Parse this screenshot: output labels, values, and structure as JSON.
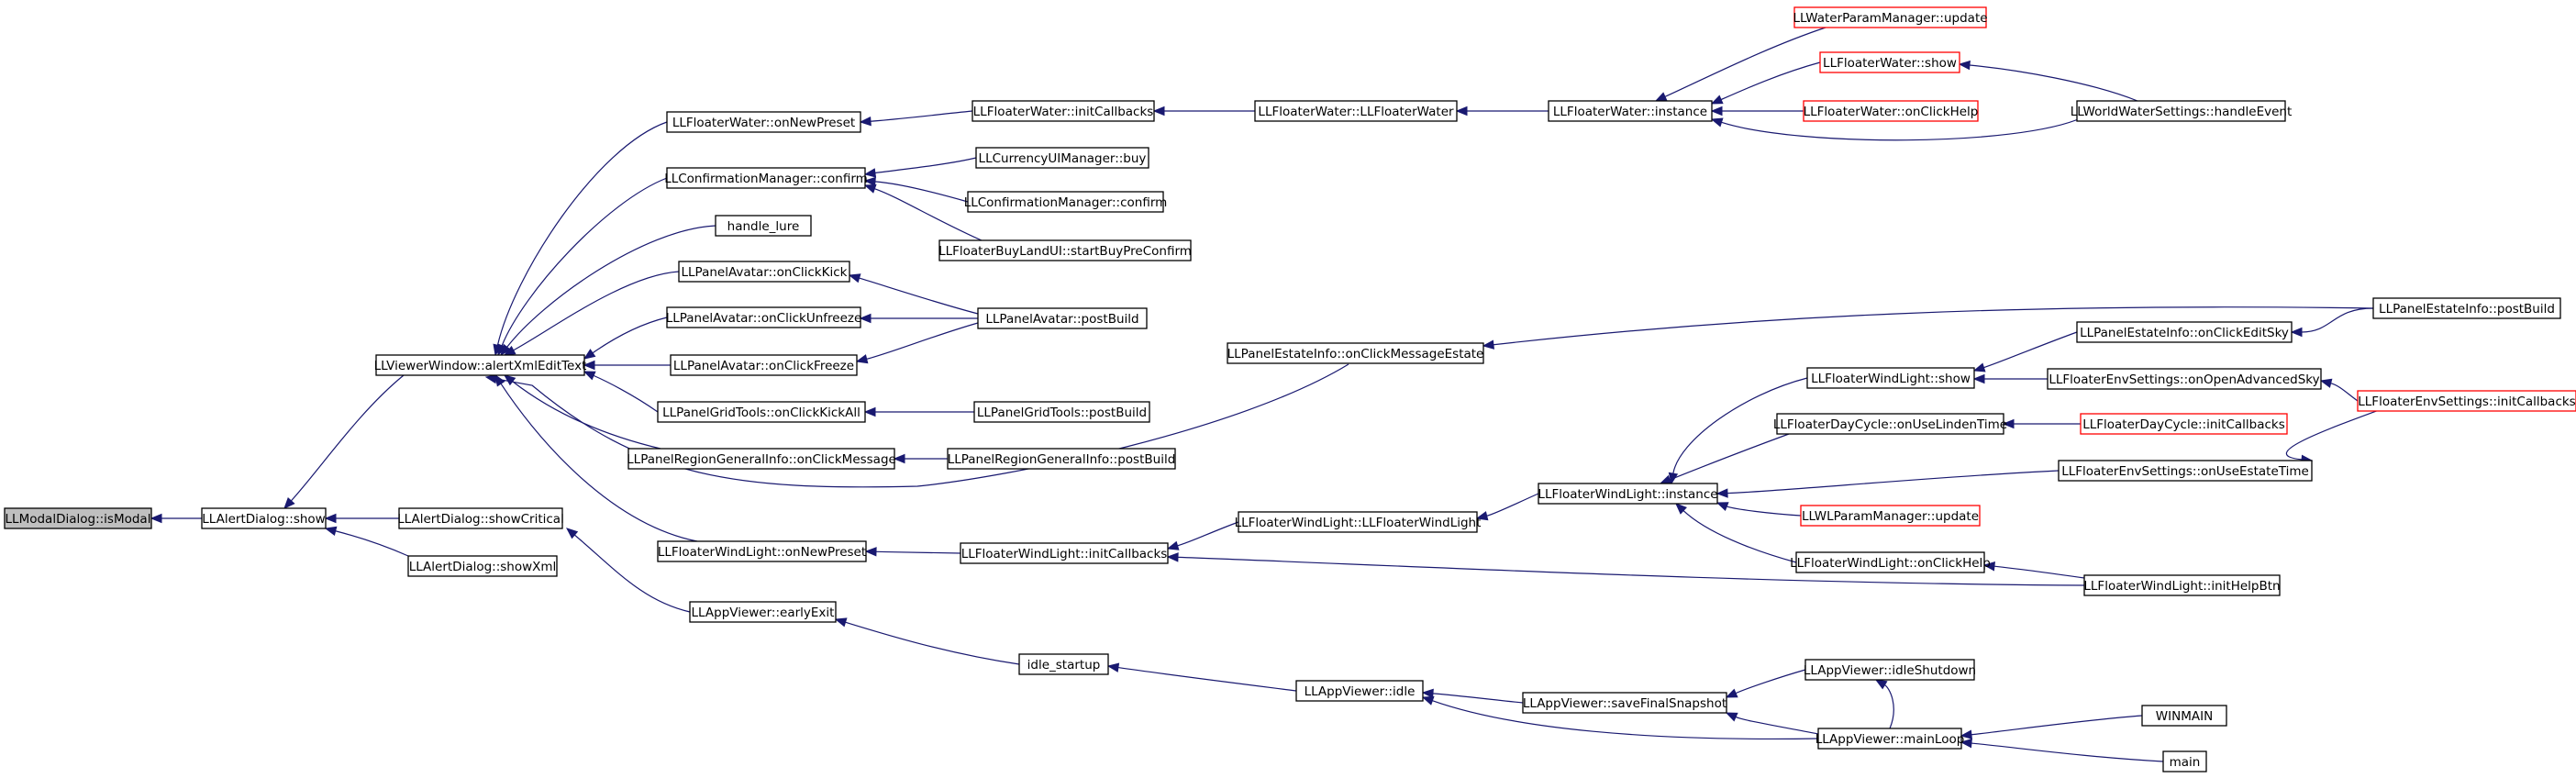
{
  "diagram": {
    "type": "call-graph",
    "colors": {
      "edge": "#191970",
      "focus_fill": "#bfbfbf",
      "node_border": "#000000",
      "truncated_border": "#ff0000",
      "background": "#ffffff"
    },
    "nodes": [
      {
        "id": "n0",
        "label": "LLModalDialog::isModal",
        "style": "focus"
      },
      {
        "id": "n1",
        "label": "LLAlertDialog::show",
        "style": "normal"
      },
      {
        "id": "n2",
        "label": "LLViewerWindow::alertXmlEditText",
        "style": "normal"
      },
      {
        "id": "n3",
        "label": "LLAlertDialog::showCritical",
        "style": "normal"
      },
      {
        "id": "n4",
        "label": "LLAlertDialog::showXml",
        "style": "normal"
      },
      {
        "id": "n5",
        "label": "LLFloaterWater::onNewPreset",
        "style": "normal"
      },
      {
        "id": "n6",
        "label": "LLConfirmationManager::confirm",
        "style": "normal"
      },
      {
        "id": "n7",
        "label": "handle_lure",
        "style": "normal"
      },
      {
        "id": "n8",
        "label": "LLPanelAvatar::onClickKick",
        "style": "normal"
      },
      {
        "id": "n9",
        "label": "LLPanelAvatar::onClickUnfreeze",
        "style": "normal"
      },
      {
        "id": "n10",
        "label": "LLPanelAvatar::onClickFreeze",
        "style": "normal"
      },
      {
        "id": "n11",
        "label": "LLPanelGridTools::onClickKickAll",
        "style": "normal"
      },
      {
        "id": "n12",
        "label": "LLPanelRegionGeneralInfo::onClickMessage",
        "style": "normal"
      },
      {
        "id": "n13",
        "label": "LLFloaterWindLight::onNewPreset",
        "style": "normal"
      },
      {
        "id": "n14",
        "label": "LLAppViewer::earlyExit",
        "style": "normal"
      },
      {
        "id": "n15",
        "label": "LLFloaterWater::initCallbacks",
        "style": "normal"
      },
      {
        "id": "n16",
        "label": "LLCurrencyUIManager::buy",
        "style": "normal"
      },
      {
        "id": "n17",
        "label": "LLConfirmationManager::confirm",
        "style": "normal"
      },
      {
        "id": "n18",
        "label": "LLFloaterBuyLandUI::startBuyPreConfirm",
        "style": "normal"
      },
      {
        "id": "n19",
        "label": "LLPanelAvatar::postBuild",
        "style": "normal"
      },
      {
        "id": "n20",
        "label": "LLPanelGridTools::postBuild",
        "style": "normal"
      },
      {
        "id": "n21",
        "label": "LLPanelRegionGeneralInfo::postBuild",
        "style": "normal"
      },
      {
        "id": "n22",
        "label": "LLFloaterWindLight::initCallbacks",
        "style": "normal"
      },
      {
        "id": "n23",
        "label": "idle_startup",
        "style": "normal"
      },
      {
        "id": "n24",
        "label": "LLFloaterWater::LLFloaterWater",
        "style": "normal"
      },
      {
        "id": "n25",
        "label": "LLPanelEstateInfo::onClickMessageEstate",
        "style": "normal"
      },
      {
        "id": "n26",
        "label": "LLFloaterWindLight::LLFloaterWindLight",
        "style": "normal"
      },
      {
        "id": "n27",
        "label": "LLAppViewer::idle",
        "style": "normal"
      },
      {
        "id": "n28",
        "label": "LLFloaterWater::instance",
        "style": "normal"
      },
      {
        "id": "n29",
        "label": "LLFloaterWindLight::instance",
        "style": "normal"
      },
      {
        "id": "n30",
        "label": "LLAppViewer::saveFinalSnapshot",
        "style": "normal"
      },
      {
        "id": "n31",
        "label": "LLWaterParamManager::update",
        "style": "truncated"
      },
      {
        "id": "n32",
        "label": "LLFloaterWater::show",
        "style": "truncated"
      },
      {
        "id": "n33",
        "label": "LLFloaterWater::onClickHelp",
        "style": "truncated"
      },
      {
        "id": "n34",
        "label": "LLFloaterWindLight::show",
        "style": "normal"
      },
      {
        "id": "n35",
        "label": "LLFloaterDayCycle::onUseLindenTime",
        "style": "normal"
      },
      {
        "id": "n36",
        "label": "LLWLParamManager::update",
        "style": "truncated"
      },
      {
        "id": "n37",
        "label": "LLFloaterWindLight::onClickHelp",
        "style": "normal"
      },
      {
        "id": "n38",
        "label": "LLAppViewer::idleShutdown",
        "style": "normal"
      },
      {
        "id": "n39",
        "label": "LLAppViewer::mainLoop",
        "style": "normal"
      },
      {
        "id": "n40",
        "label": "LLWorldWaterSettings::handleEvent",
        "style": "normal"
      },
      {
        "id": "n41",
        "label": "LLPanelEstateInfo::onClickEditSky",
        "style": "normal"
      },
      {
        "id": "n42",
        "label": "LLFloaterEnvSettings::onOpenAdvancedSky",
        "style": "normal"
      },
      {
        "id": "n43",
        "label": "LLFloaterDayCycle::initCallbacks",
        "style": "truncated"
      },
      {
        "id": "n44",
        "label": "LLFloaterEnvSettings::onUseEstateTime",
        "style": "normal"
      },
      {
        "id": "n45",
        "label": "LLFloaterWindLight::initHelpBtn",
        "style": "normal"
      },
      {
        "id": "n46",
        "label": "WINMAIN",
        "style": "normal"
      },
      {
        "id": "n47",
        "label": "main",
        "style": "normal"
      },
      {
        "id": "n48",
        "label": "LLPanelEstateInfo::postBuild",
        "style": "normal"
      },
      {
        "id": "n49",
        "label": "LLFloaterEnvSettings::initCallbacks",
        "style": "truncated"
      }
    ],
    "edges": [
      {
        "from": "n1",
        "to": "n0"
      },
      {
        "from": "n2",
        "to": "n1"
      },
      {
        "from": "n3",
        "to": "n1"
      },
      {
        "from": "n4",
        "to": "n1"
      },
      {
        "from": "n5",
        "to": "n2"
      },
      {
        "from": "n6",
        "to": "n2"
      },
      {
        "from": "n7",
        "to": "n2"
      },
      {
        "from": "n8",
        "to": "n2"
      },
      {
        "from": "n9",
        "to": "n2"
      },
      {
        "from": "n10",
        "to": "n2"
      },
      {
        "from": "n11",
        "to": "n2"
      },
      {
        "from": "n12",
        "to": "n2"
      },
      {
        "from": "n25",
        "to": "n2"
      },
      {
        "from": "n13",
        "to": "n2"
      },
      {
        "from": "n14",
        "to": "n3"
      },
      {
        "from": "n15",
        "to": "n5"
      },
      {
        "from": "n16",
        "to": "n6"
      },
      {
        "from": "n17",
        "to": "n6"
      },
      {
        "from": "n18",
        "to": "n6"
      },
      {
        "from": "n19",
        "to": "n8"
      },
      {
        "from": "n19",
        "to": "n9"
      },
      {
        "from": "n19",
        "to": "n10"
      },
      {
        "from": "n20",
        "to": "n11"
      },
      {
        "from": "n21",
        "to": "n12"
      },
      {
        "from": "n22",
        "to": "n13"
      },
      {
        "from": "n23",
        "to": "n14"
      },
      {
        "from": "n24",
        "to": "n15"
      },
      {
        "from": "n26",
        "to": "n22"
      },
      {
        "from": "n45",
        "to": "n22"
      },
      {
        "from": "n27",
        "to": "n23"
      },
      {
        "from": "n28",
        "to": "n24"
      },
      {
        "from": "n29",
        "to": "n26"
      },
      {
        "from": "n30",
        "to": "n27"
      },
      {
        "from": "n39",
        "to": "n27"
      },
      {
        "from": "n31",
        "to": "n28"
      },
      {
        "from": "n32",
        "to": "n28"
      },
      {
        "from": "n33",
        "to": "n28"
      },
      {
        "from": "n40",
        "to": "n28"
      },
      {
        "from": "n34",
        "to": "n29"
      },
      {
        "from": "n35",
        "to": "n29"
      },
      {
        "from": "n36",
        "to": "n29"
      },
      {
        "from": "n37",
        "to": "n29"
      },
      {
        "from": "n44",
        "to": "n29"
      },
      {
        "from": "n38",
        "to": "n30"
      },
      {
        "from": "n39",
        "to": "n30"
      },
      {
        "from": "n39",
        "to": "n38"
      },
      {
        "from": "n40",
        "to": "n32"
      },
      {
        "from": "n41",
        "to": "n34"
      },
      {
        "from": "n42",
        "to": "n34"
      },
      {
        "from": "n43",
        "to": "n35"
      },
      {
        "from": "n45",
        "to": "n37"
      },
      {
        "from": "n46",
        "to": "n39"
      },
      {
        "from": "n47",
        "to": "n39"
      },
      {
        "from": "n48",
        "to": "n25"
      },
      {
        "from": "n48",
        "to": "n41"
      },
      {
        "from": "n49",
        "to": "n42"
      },
      {
        "from": "n49",
        "to": "n44"
      }
    ]
  }
}
